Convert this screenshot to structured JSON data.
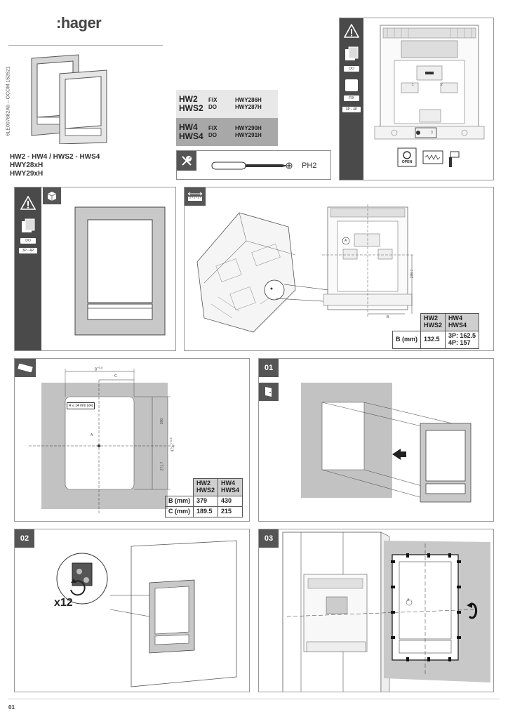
{
  "brand": "hager",
  "doc_code": "6LE007882Ab – OCOM 152621",
  "product_title": {
    "line1": "HW2 - HW4 / HWS2 - HWS4",
    "line2": "HWY28xH",
    "line3": "HWY29xH"
  },
  "ref_table": {
    "rows": [
      {
        "models": [
          "HW2",
          "HWS2"
        ],
        "types": [
          "FIX",
          "DO"
        ],
        "refs": [
          "HWY286H",
          "HWY287H"
        ]
      },
      {
        "models": [
          "HW4",
          "HWS4"
        ],
        "types": [
          "FIX",
          "DO"
        ],
        "refs": [
          "HWY290H",
          "HWY291H"
        ]
      }
    ]
  },
  "tool": {
    "label": "PH2"
  },
  "badges": {
    "do": "DO",
    "fix": "FIX",
    "poles": "3P - 4P"
  },
  "diagram_top": {
    "labels": [
      "1",
      "2",
      "3",
      "OPEN"
    ]
  },
  "panel_dims": {
    "label_a": "A",
    "dim_vertical": "239.7",
    "dim_b": "B",
    "table": {
      "header": [
        "",
        "HW2\nHWS2",
        "HW4\nHWS4"
      ],
      "row_label": "B (mm)",
      "hw2_value": "132.5",
      "hw4_value": "3P: 162.5\n4P: 157"
    }
  },
  "cutout": {
    "label_b": "B",
    "label_b_tol": "+0.5",
    "label_c": "C",
    "radius_note": "R ≤ 14 mm (x4)",
    "label_a": "A",
    "dim_200": "200",
    "dim_471": "471.7",
    "dim_471_tol": "+0.5",
    "dim_271": "271.7",
    "table": {
      "header": [
        "",
        "HW2\nHWS2",
        "HW4\nHWS4"
      ],
      "rows": [
        {
          "label": "B (mm)",
          "v1": "379",
          "v2": "430"
        },
        {
          "label": "C (mm)",
          "v1": "189.5",
          "v2": "215"
        }
      ]
    }
  },
  "steps": {
    "s01": "01",
    "s02": "02",
    "s03": "03",
    "count": "x12",
    "label_a": "A"
  },
  "page_number": "01"
}
